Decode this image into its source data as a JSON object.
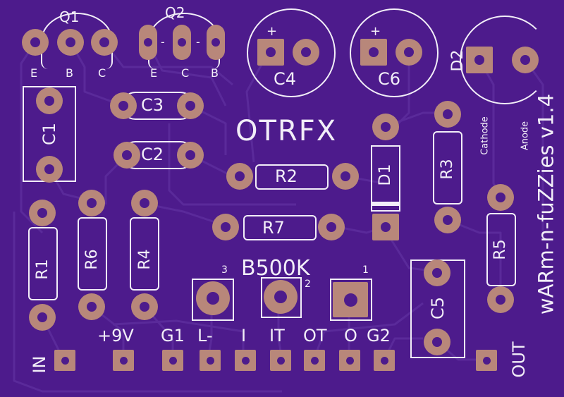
{
  "board": {
    "brand": "OTRFX",
    "title": "wARm-n-fuZZies v1.4",
    "colors": {
      "mask": "#4d1b8c",
      "silk": "#f2eef8",
      "pad": "#b8877a",
      "trace": "#5a2a9a"
    }
  },
  "parts": {
    "q1": "Q1",
    "q2": "Q2",
    "c1": "C1",
    "c2": "C2",
    "c3": "C3",
    "c4": "C4",
    "c5": "C5",
    "c6": "C6",
    "r1": "R1",
    "r2": "R2",
    "r3": "R3",
    "r4": "R4",
    "r5": "R5",
    "r6": "R6",
    "r7": "R7",
    "d1": "D1",
    "d2": "D2",
    "pot": "B500K"
  },
  "pins": {
    "q1": [
      "E",
      "B",
      "C"
    ],
    "q2": [
      "E",
      "C",
      "B"
    ],
    "q2_sep": [
      "-",
      "-"
    ],
    "pot": [
      "3",
      "2",
      "1"
    ],
    "plus": "+",
    "cathode": "Cathode",
    "anode": "Anode"
  },
  "connectors": {
    "in": "IN",
    "v9": "+9V",
    "g1": "G1",
    "lm": "L-",
    "i": "I",
    "it": "IT",
    "ot": "OT",
    "o": "O",
    "g2": "G2",
    "out": "OUT"
  }
}
